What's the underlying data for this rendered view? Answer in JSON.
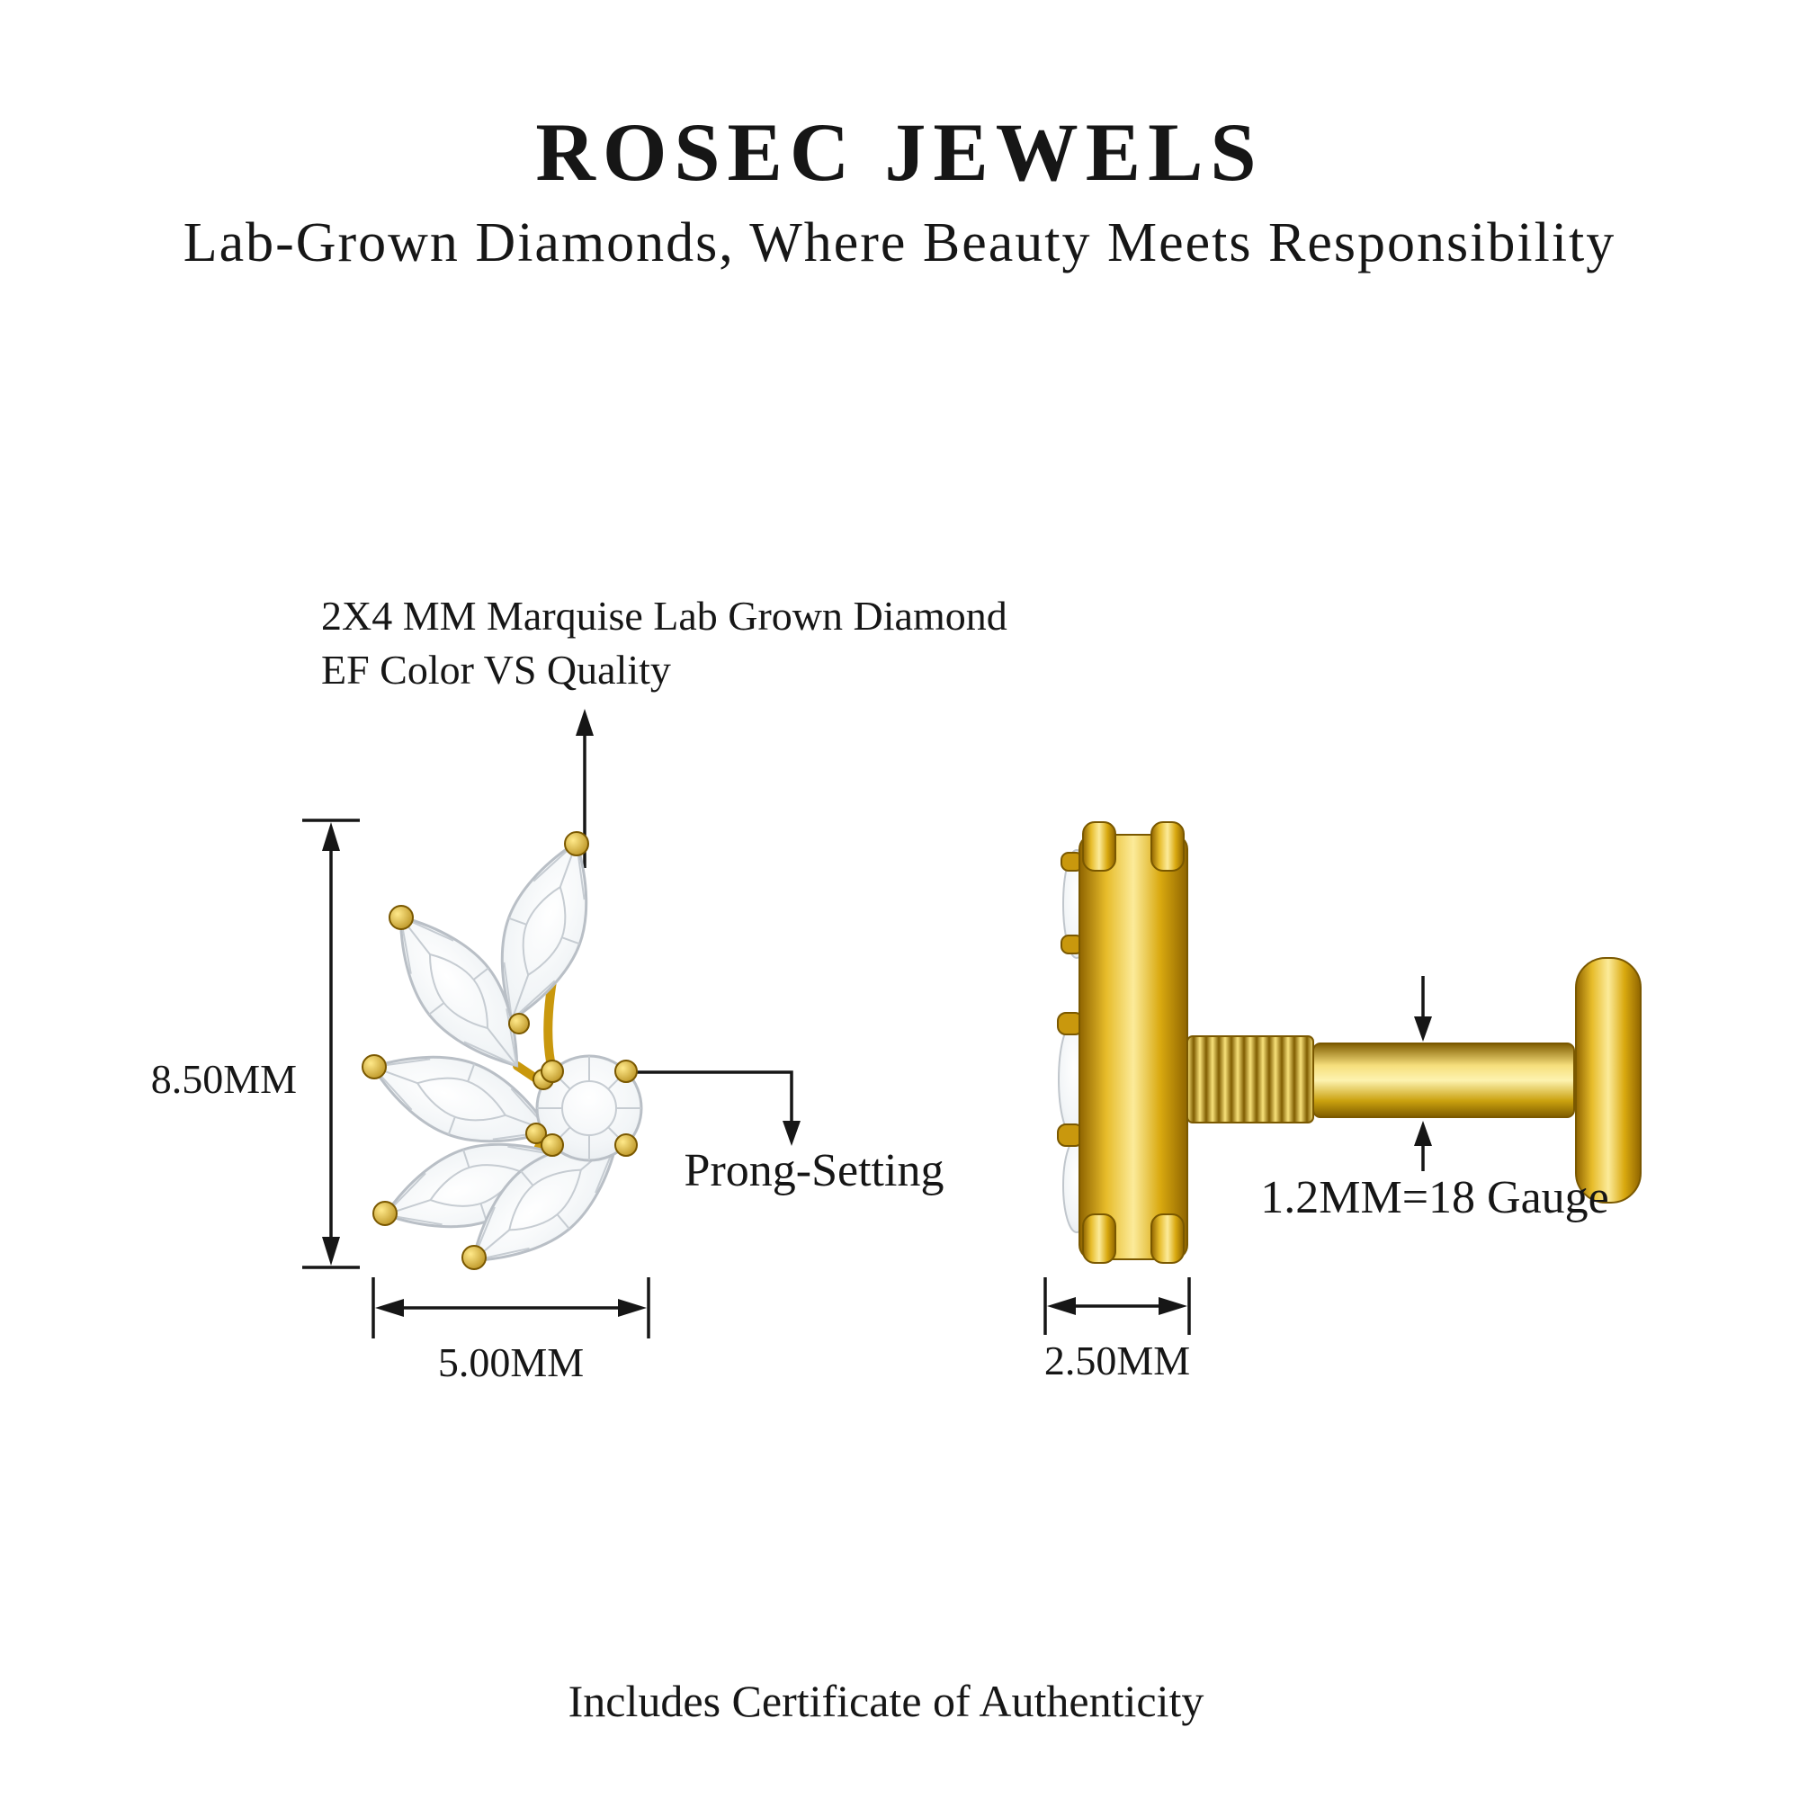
{
  "header": {
    "brand": "ROSEC JEWELS",
    "tagline": "Lab-Grown Diamonds, Where Beauty Meets Responsibility"
  },
  "front_view": {
    "stone_annotation_line1": "2X4 MM Marquise Lab Grown Diamond",
    "stone_annotation_line2": "EF Color VS Quality",
    "height_dimension": "8.50MM",
    "width_dimension": "5.00MM",
    "setting_label": "Prong-Setting"
  },
  "side_view": {
    "depth_dimension": "2.50MM",
    "post_gauge_label": "1.2MM=18 Gauge"
  },
  "footer": {
    "certificate_note": "Includes Certificate of Authenticity"
  },
  "colors": {
    "gold": "#D9A90F",
    "gold_dark": "#8F6400",
    "gold_light": "#FCEB9A",
    "diamond_outline": "#B9BFC6",
    "ink": "#161616",
    "background": "#FFFFFF"
  }
}
